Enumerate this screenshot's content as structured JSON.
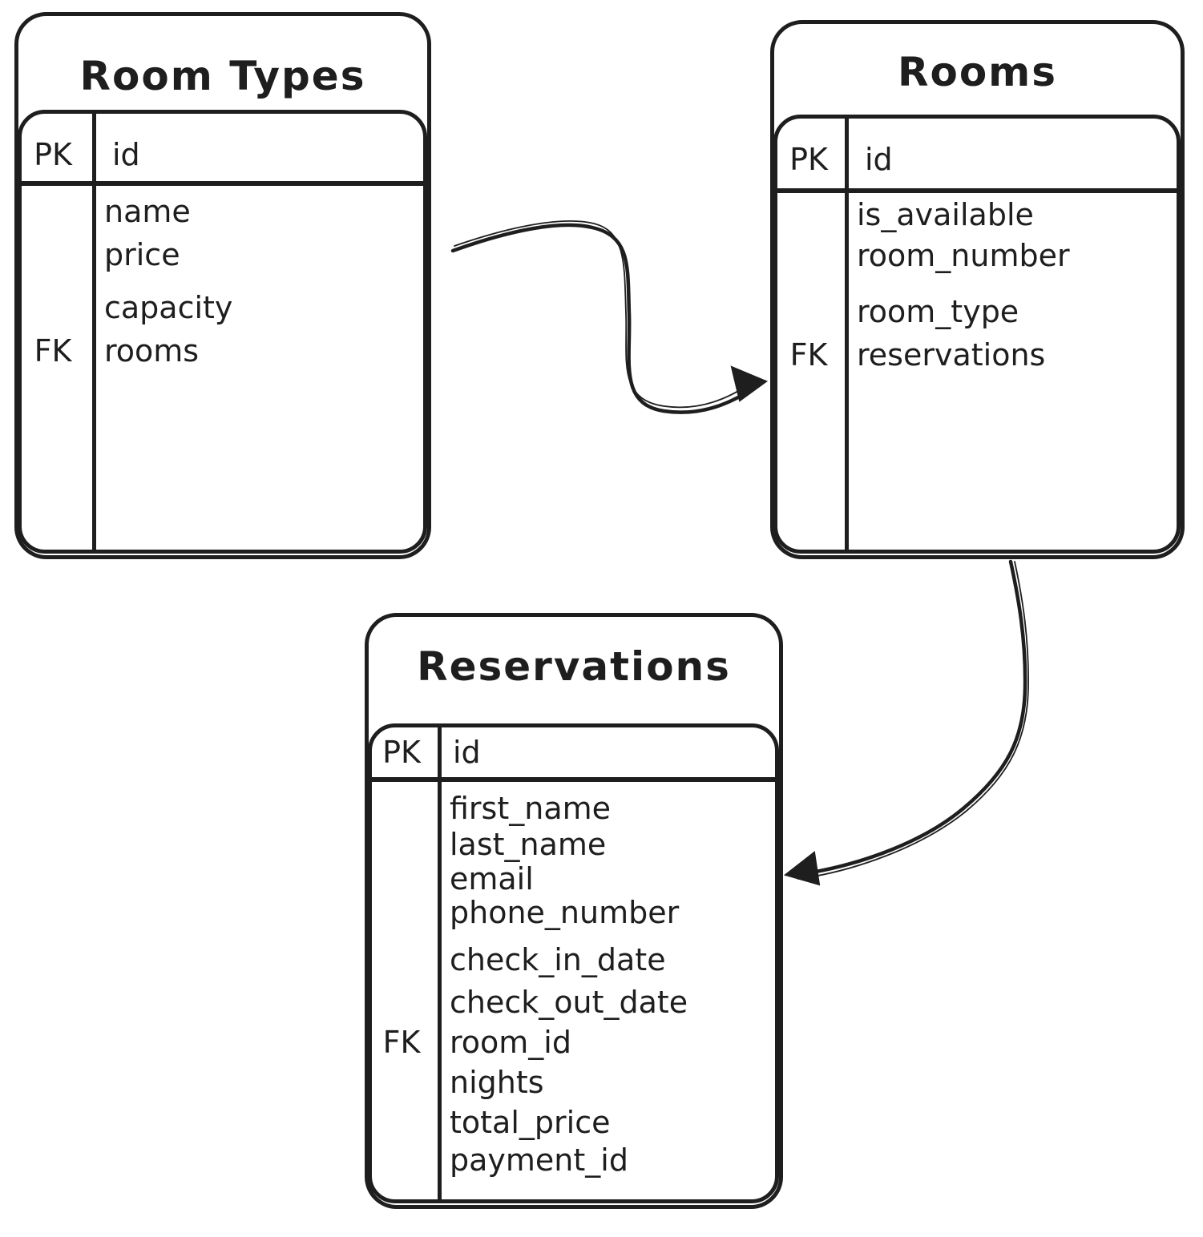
{
  "canvas": {
    "background": "#ffffff",
    "stroke_color": "#1e1e1e"
  },
  "entities": [
    {
      "title": "Room Types",
      "header": {
        "key": "PK",
        "field": "id"
      },
      "rows": [
        {
          "key": "",
          "field": "name"
        },
        {
          "key": "",
          "field": "price"
        },
        {
          "key": "",
          "field": "capacity"
        },
        {
          "key": "FK",
          "field": "rooms"
        }
      ]
    },
    {
      "title": "Rooms",
      "header": {
        "key": "PK",
        "field": "id"
      },
      "rows": [
        {
          "key": "",
          "field": "is_available"
        },
        {
          "key": "",
          "field": "room_number"
        },
        {
          "key": "",
          "field": "room_type"
        },
        {
          "key": "FK",
          "field": "reservations"
        }
      ]
    },
    {
      "title": "Reservations",
      "header": {
        "key": "PK",
        "field": "id"
      },
      "rows": [
        {
          "key": "",
          "field": "first_name"
        },
        {
          "key": "",
          "field": "last_name"
        },
        {
          "key": "",
          "field": "email"
        },
        {
          "key": "",
          "field": "phone_number"
        },
        {
          "key": "",
          "field": "check_in_date"
        },
        {
          "key": "",
          "field": "check_out_date"
        },
        {
          "key": "FK",
          "field": "room_id"
        },
        {
          "key": "",
          "field": "nights"
        },
        {
          "key": "",
          "field": "total_price"
        },
        {
          "key": "",
          "field": "payment_id"
        }
      ]
    }
  ],
  "connectors": [
    {
      "from": "Room Types",
      "to": "Rooms"
    },
    {
      "from": "Rooms",
      "to": "Reservations"
    }
  ]
}
